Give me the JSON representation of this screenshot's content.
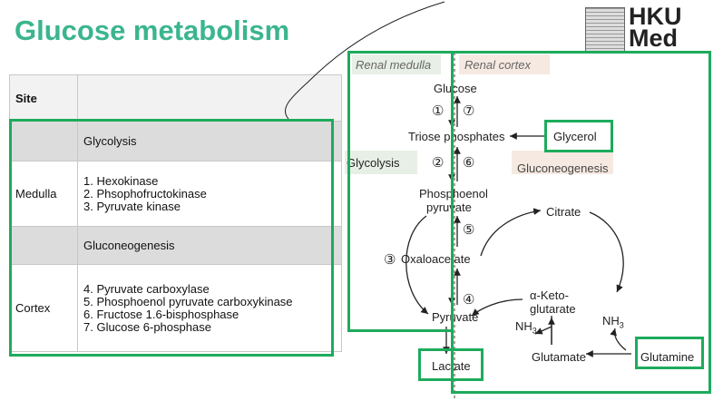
{
  "title": "Glucose metabolism",
  "logo": {
    "line1": "HKU",
    "line2": "Med"
  },
  "table": {
    "header": {
      "site": "Site",
      "blank": ""
    },
    "glycolysis_label": "Glycolysis",
    "medulla": {
      "site": "Medulla",
      "steps": [
        "1.  Hexokinase",
        "2.  Phsophofructokinase",
        "3.  Pyruvate kinase"
      ]
    },
    "gluconeogenesis_label": "Gluconeogenesis",
    "cortex": {
      "site": "Cortex",
      "steps": [
        "4.  Pyruvate carboxylase",
        "5.  Phosphoenol pyruvate carboxykinase",
        "6.  Fructose 1.6-bisphosphase",
        "7.  Glucose 6-phosphase"
      ]
    }
  },
  "diagram": {
    "renal_medulla": "Renal medulla",
    "renal_cortex": "Renal cortex",
    "glucose": "Glucose",
    "triose": "Triose phosphates",
    "glycerol": "Glycerol",
    "glycolysis": "Glycolysis",
    "gluconeogenesis": "Gluconeogenesis",
    "pep1": "Phosphoenol",
    "pep2": "pyruvate",
    "citrate": "Citrate",
    "oxaloacetate": "Oxaloacetate",
    "aketo1": "α-Keto-",
    "aketo2": "glutarate",
    "nh3a": "NH",
    "nh3b": "NH",
    "sub3": "3",
    "pyruvate": "Pyruvate",
    "glutamate": "Glutamate",
    "glutamine": "Glutamine",
    "lactate": "Lactate",
    "steps": [
      "①",
      "⑦",
      "②",
      "⑥",
      "⑤",
      "③",
      "④"
    ]
  },
  "colors": {
    "accent": "#3bb58e",
    "frame": "#1eab5c"
  }
}
